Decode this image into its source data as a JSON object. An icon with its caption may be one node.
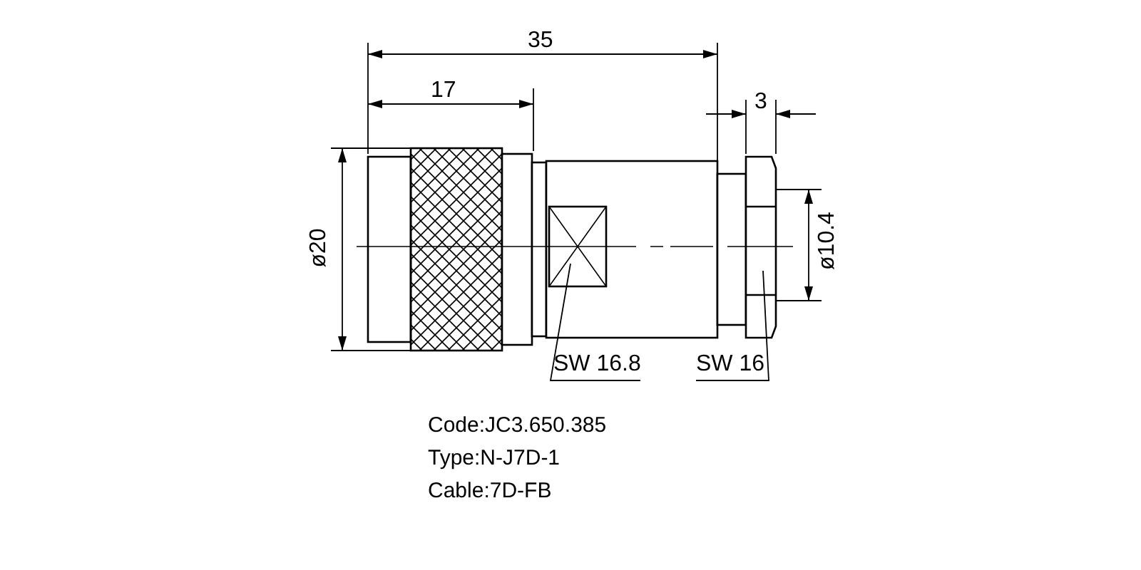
{
  "diagram": {
    "nodes": [
      {
        "text": [
          "SW 16.8"
        ]
      },
      {
        "text": [
          "SW 16"
        ]
      }
    ],
    "edges": [
      {
        "from": 0,
        "to": null,
        "arrow": "none"
      },
      {
        "from": 1,
        "to": null,
        "arrow": "none"
      }
    ],
    "labels": [
      "35",
      "17",
      "3",
      "ø20",
      "ø10.4",
      "Code:JC3.650.385",
      "Type:N-J7D-1",
      "Cable:7D-FB"
    ]
  }
}
